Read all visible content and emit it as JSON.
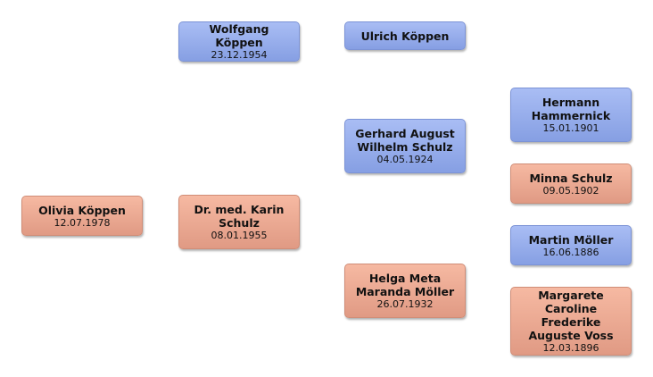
{
  "people": {
    "olivia": {
      "name": "Olivia Köppen",
      "born": "12.07.1978",
      "sex": "female"
    },
    "wolfgang": {
      "name": "Wolfgang Köppen",
      "born": "23.12.1954",
      "sex": "male"
    },
    "karin": {
      "name": "Dr. med. Karin Schulz",
      "born": "08.01.1955",
      "sex": "female"
    },
    "ulrich": {
      "name": "Ulrich Köppen",
      "sex": "male"
    },
    "gerhard": {
      "name": "Gerhard August Wilhelm Schulz",
      "born": "04.05.1924",
      "sex": "male"
    },
    "helga": {
      "name": "Helga Meta Maranda Möller",
      "born": "26.07.1932",
      "sex": "female"
    },
    "hermann": {
      "name": "Hermann Hammernick",
      "born": "15.01.1901",
      "sex": "male"
    },
    "minna": {
      "name": "Minna Schulz",
      "born": "09.05.1902",
      "sex": "female"
    },
    "martin": {
      "name": "Martin Möller",
      "born": "16.06.1886",
      "sex": "male"
    },
    "margarete": {
      "name": "Margarete Caroline Frederike Auguste Voss",
      "born": "12.03.1896",
      "sex": "female"
    }
  },
  "colors": {
    "male": "#95abeb",
    "female": "#eba891"
  }
}
